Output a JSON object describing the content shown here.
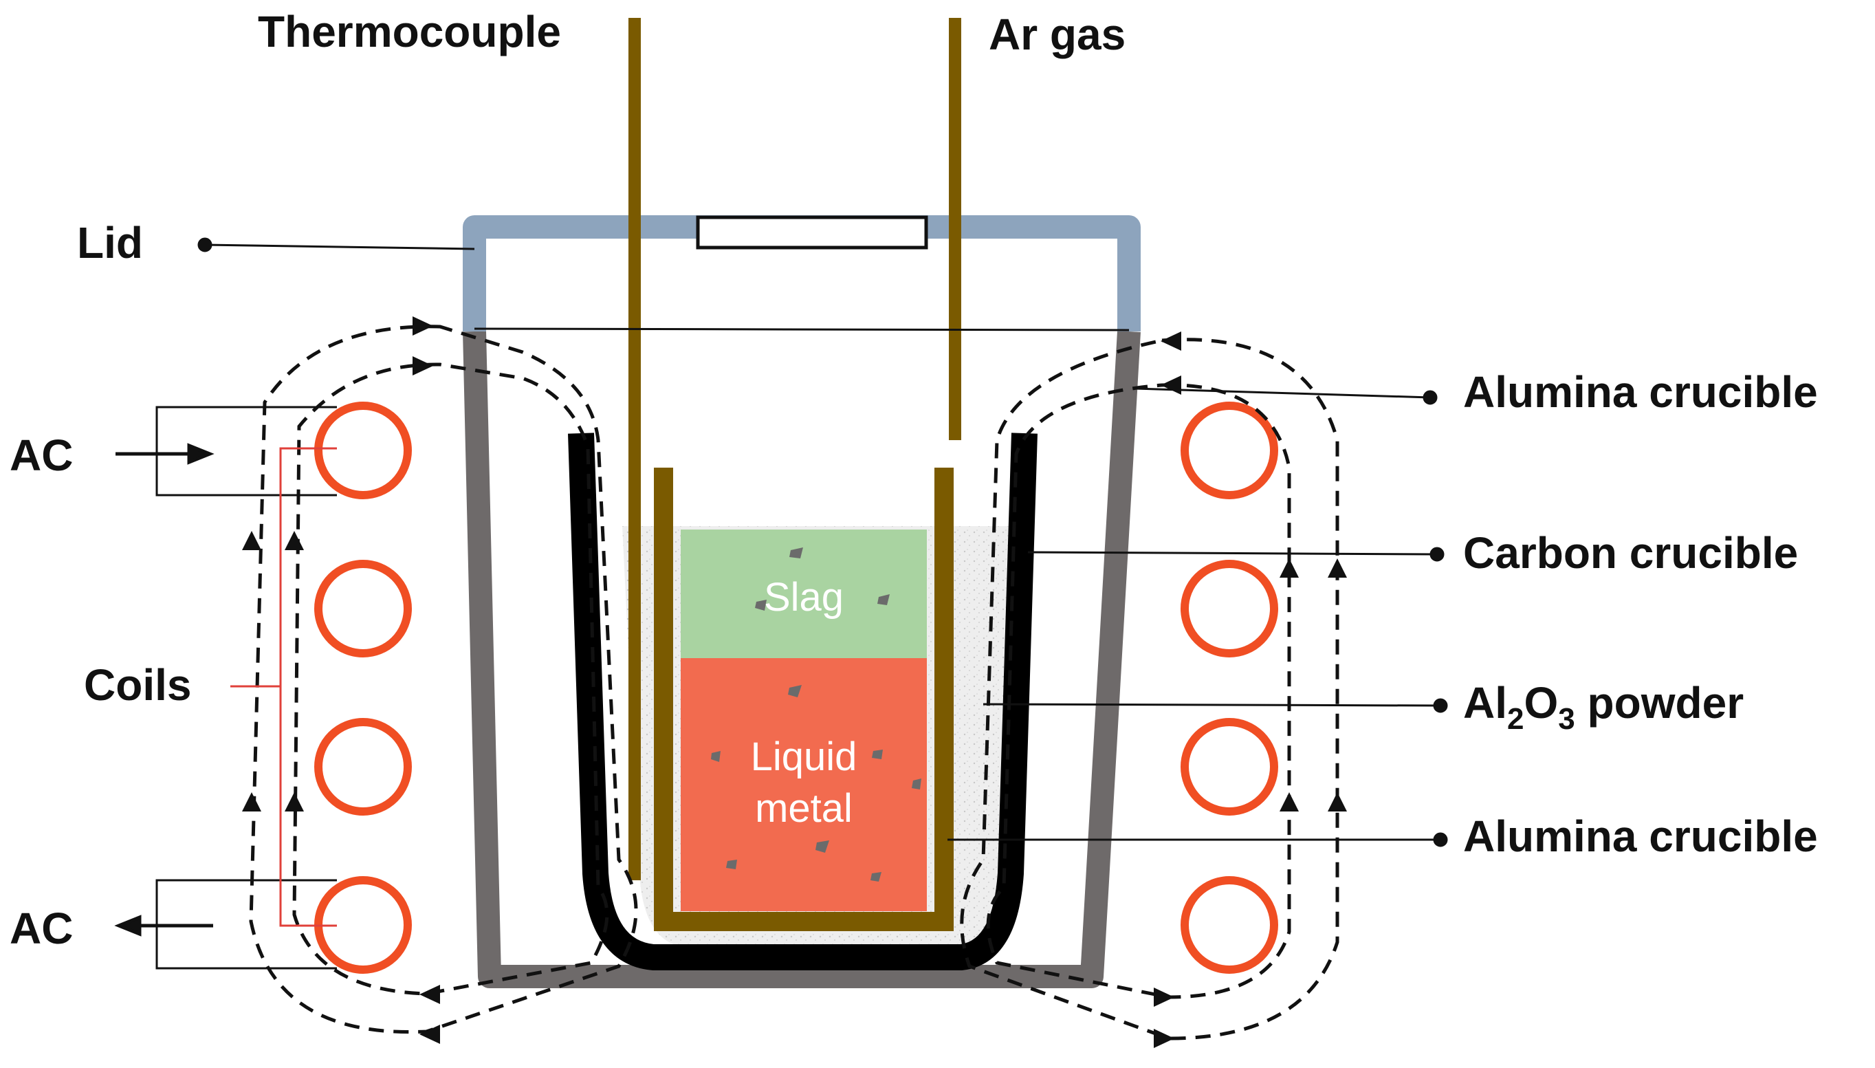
{
  "labels": {
    "thermocouple": "Thermocouple",
    "ar_gas": "Ar gas",
    "lid": "Lid",
    "ac_top": "AC",
    "ac_bottom": "AC",
    "coils": "Coils",
    "alumina_crucible_outer": "Alumina crucible",
    "carbon_crucible": "Carbon crucible",
    "al2o3_powder": {
      "prefix": "Al",
      "sub1": "2",
      "mid": "O",
      "sub2": "3",
      "suffix": " powder"
    },
    "alumina_crucible_inner": "Alumina crucible",
    "slag": "Slag",
    "liquid_metal_line1": "Liquid",
    "liquid_metal_line2": "metal"
  },
  "colors": {
    "lid": "#8DA4BD",
    "outer_crucible": "#6E6A6A",
    "carbon_crucible": "#000000",
    "inner_crucible": "#7A5A00",
    "tubes": "#7A5A00",
    "slag": "#A9D3A1",
    "liquid_metal": "#F26B4F",
    "powder": "#E6E6E6",
    "coils": "#F04E23",
    "leader_red": "#E0403A"
  }
}
